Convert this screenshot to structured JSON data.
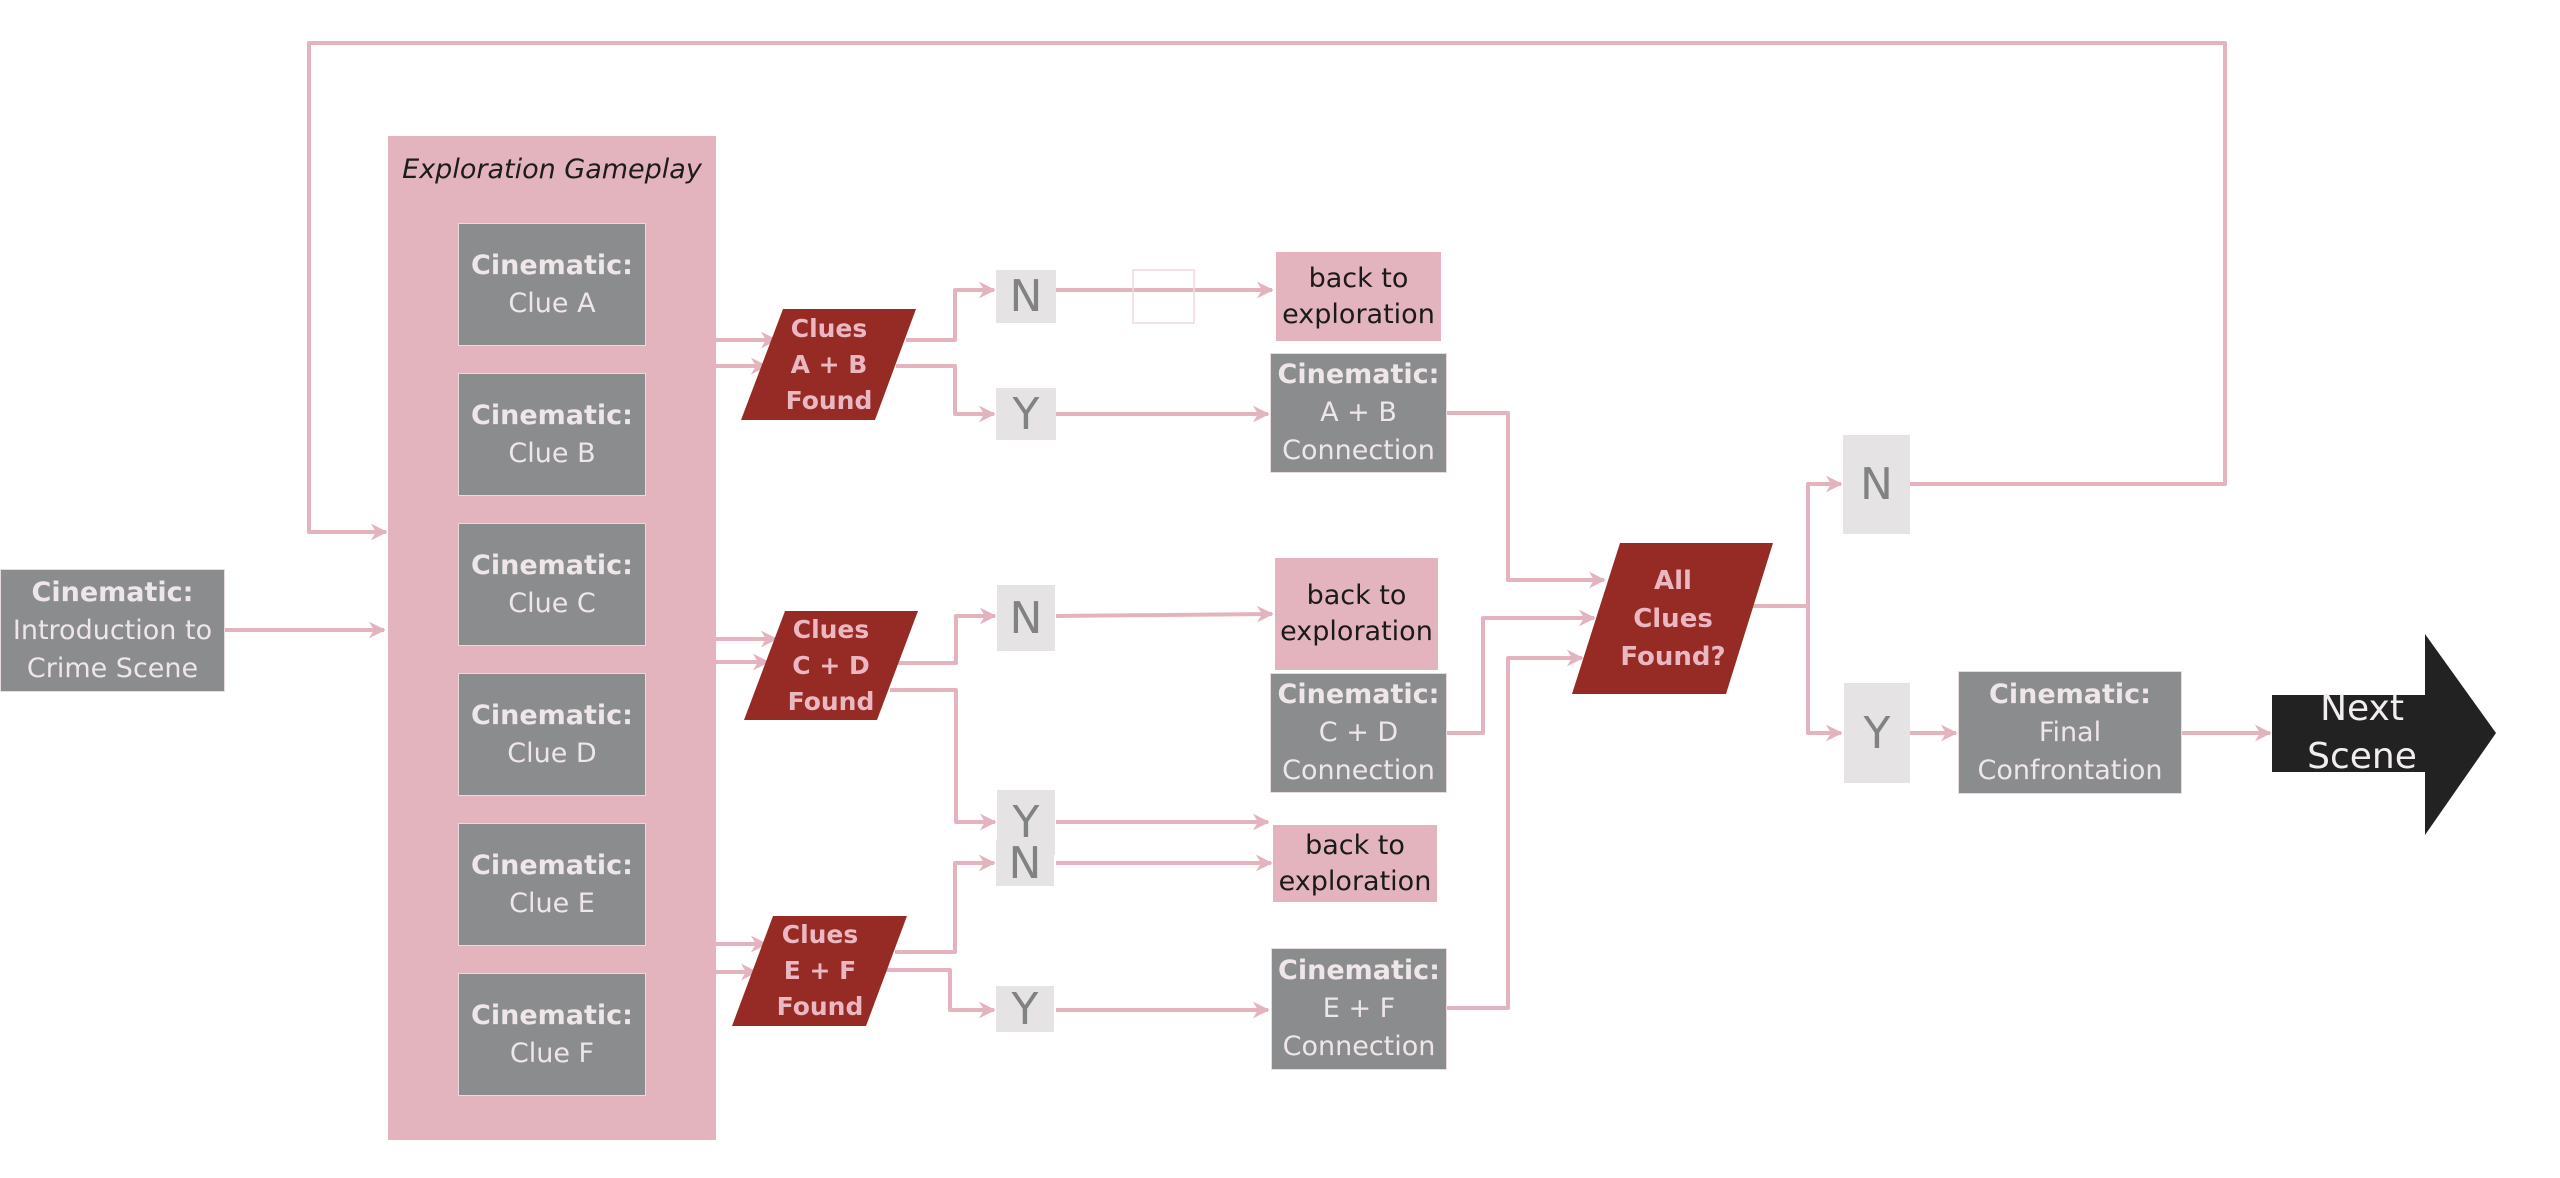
{
  "colors": {
    "connector": "#E4B4BE",
    "cinematic_box": "#8A8C8D",
    "decision": "#962A24",
    "answer_box": "#E6E3E4",
    "back_box": "#E4B4BE",
    "next_scene": "#222222"
  },
  "intro": {
    "heading": "Cinematic:",
    "line1": "Introduction to",
    "line2": "Crime Scene"
  },
  "exploration": {
    "title": "Exploration Gameplay",
    "clues": [
      {
        "heading": "Cinematic:",
        "label": "Clue A"
      },
      {
        "heading": "Cinematic:",
        "label": "Clue B"
      },
      {
        "heading": "Cinematic:",
        "label": "Clue C"
      },
      {
        "heading": "Cinematic:",
        "label": "Clue D"
      },
      {
        "heading": "Cinematic:",
        "label": "Clue E"
      },
      {
        "heading": "Cinematic:",
        "label": "Clue F"
      }
    ]
  },
  "decisions": [
    {
      "line1": "Clues",
      "line2": "A + B",
      "line3": "Found"
    },
    {
      "line1": "Clues",
      "line2": "C + D",
      "line3": "Found"
    },
    {
      "line1": "Clues",
      "line2": "E + F",
      "line3": "Found"
    }
  ],
  "answers": {
    "no": "N",
    "yes": "Y"
  },
  "back": {
    "line1": "back to",
    "line2": "exploration"
  },
  "connections": [
    {
      "heading": "Cinematic:",
      "line1": "A + B",
      "line2": "Connection"
    },
    {
      "heading": "Cinematic:",
      "line1": "C + D",
      "line2": "Connection"
    },
    {
      "heading": "Cinematic:",
      "line1": "E + F",
      "line2": "Connection"
    }
  ],
  "all_clues": {
    "line1": "All",
    "line2": "Clues",
    "line3": "Found?"
  },
  "final": {
    "heading": "Cinematic:",
    "line1": "Final",
    "line2": "Confrontation"
  },
  "next_scene": {
    "line1": "Next",
    "line2": "Scene"
  }
}
